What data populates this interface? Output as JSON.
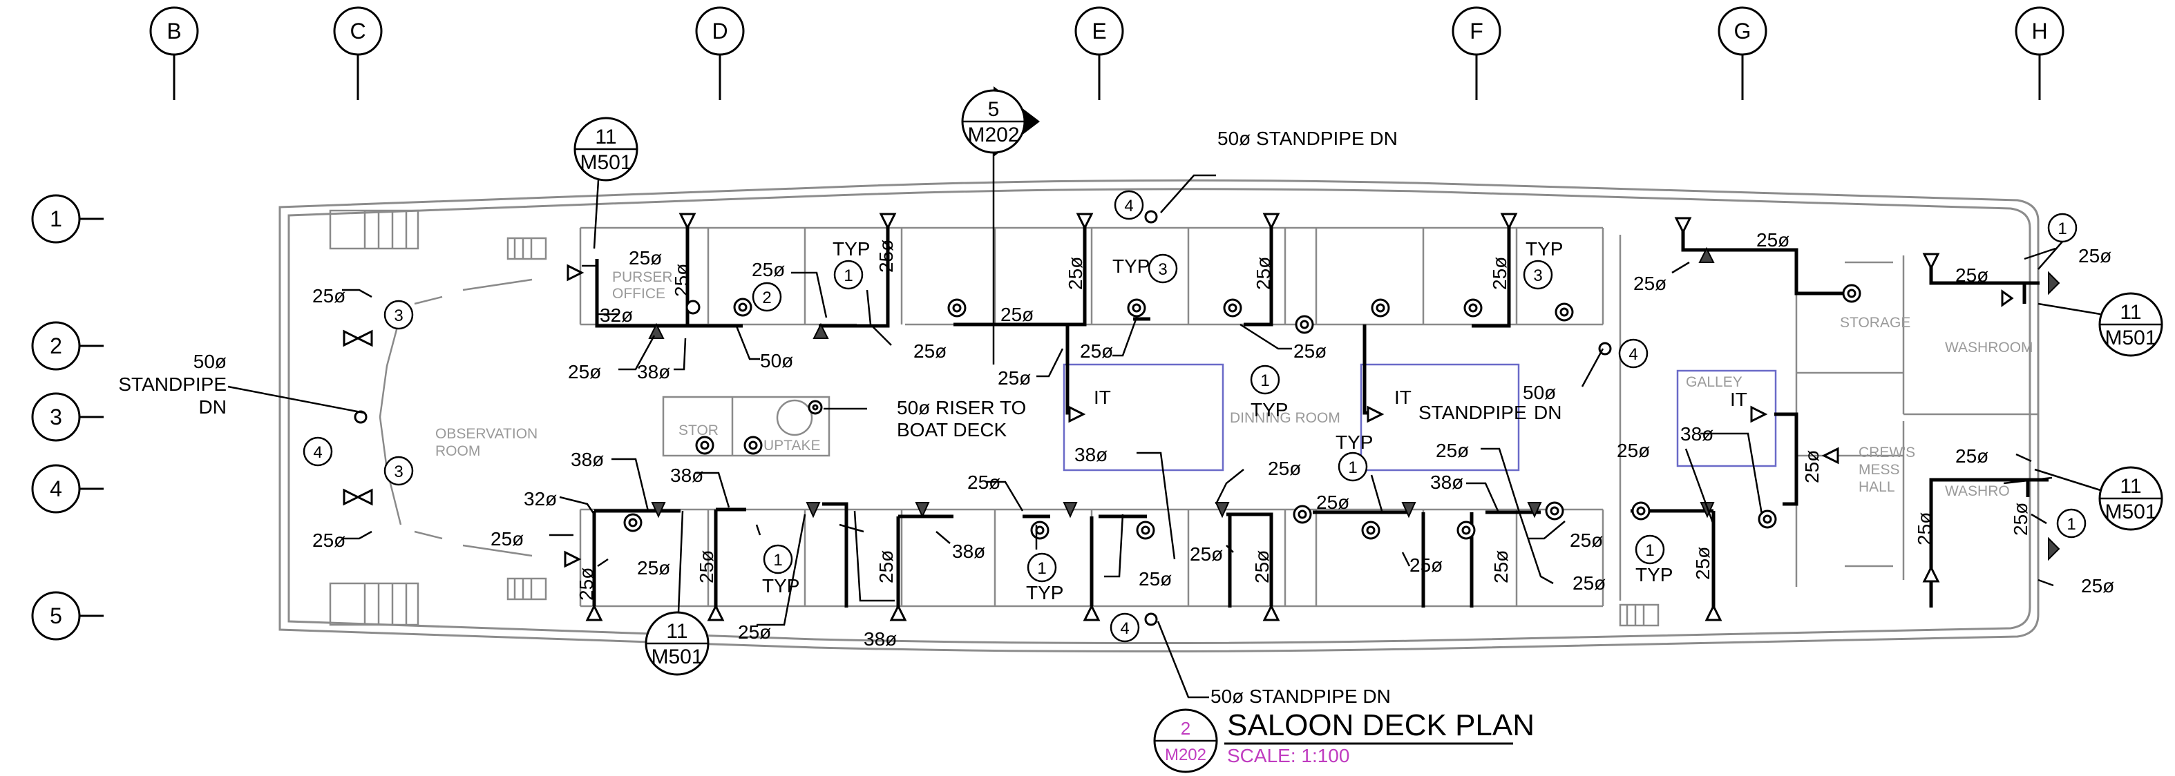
{
  "grid": {
    "columns": [
      "B",
      "C",
      "D",
      "E",
      "F",
      "G",
      "H"
    ],
    "rows": [
      "1",
      "2",
      "3",
      "4",
      "5"
    ]
  },
  "rooms": {
    "observation": "OBSERVATION",
    "room": "ROOM",
    "purser": "PURSER",
    "office": "OFFICE",
    "stor": "STOR",
    "uptake": "UPTAKE",
    "dining_room": "DINNING  ROOM",
    "galley": "GALLEY",
    "storage": "STORAGE",
    "washroom": "WASHROOM",
    "washroom_short": "WASHRO",
    "crews": "CREW'S",
    "mess": "MESS",
    "hall": "HALL"
  },
  "callouts": {
    "standpipe_top": "50ø  STANDPIPE DN",
    "standpipe_bottom": "50ø  STANDPIPE DN",
    "standpipe_left_1": "50ø",
    "standpipe_left_2": "STANDPIPE",
    "standpipe_left_3": "DN",
    "standpipe_mid": "STANDPIPE",
    "standpipe_mid_dn": "DN",
    "standpipe_right_size": "50ø",
    "riser_1": "50ø  RISER TO",
    "riser_2": "BOAT DECK",
    "s25": "25ø",
    "s32": "32ø",
    "s38": "38ø",
    "s50": "50ø",
    "typ": "TYP",
    "it": "IT"
  },
  "tags": {
    "t1": "1",
    "t2": "2",
    "t3": "3",
    "t4": "4"
  },
  "section_refs": {
    "top_left": {
      "num": "11",
      "sheet": "M501"
    },
    "right_upper": {
      "num": "11",
      "sheet": "M501"
    },
    "right_lower": {
      "num": "11",
      "sheet": "M501"
    },
    "bottom_left": {
      "num": "11",
      "sheet": "M501"
    },
    "elevation": {
      "num": "5",
      "sheet": "M202"
    }
  },
  "title_block": {
    "number": "2",
    "sheet": "M202",
    "title": "SALOON DECK PLAN",
    "scale": "SCALE:  1:100"
  },
  "colors": {
    "line": "#000000",
    "architecture": "#8c8c8c",
    "room_text": "#9a9a9a",
    "equipment_outline": "#6a6ac8",
    "title_tag": "#c03cc0"
  }
}
